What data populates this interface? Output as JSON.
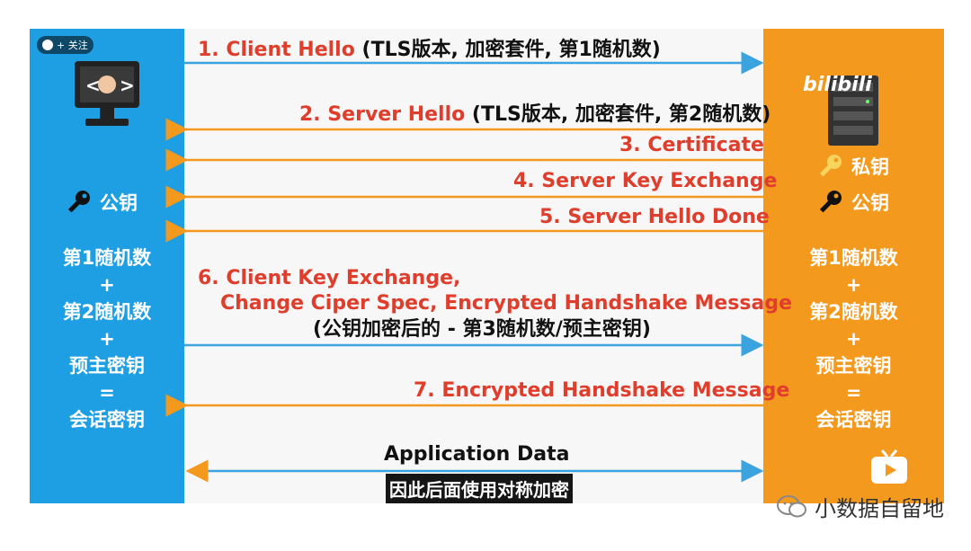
{
  "messages": {
    "m1": {
      "red": "1. Client Hello",
      "black": "(TLS版本, 加密套件, 第1随机数)"
    },
    "m2": {
      "red": "2. Server Hello",
      "black": "(TLS版本, 加密套件, 第2随机数)"
    },
    "m3": "3. Certificate",
    "m4": "4. Server Key Exchange",
    "m5": "5. Server Hello Done",
    "m6_line1": "6. Client Key Exchange,",
    "m6_line2": "Change Ciper Spec,  Encrypted Handshake Message",
    "m6_line3": "(公钥加密后的 - 第3随机数/预主密钥)",
    "m7": "7. Encrypted Handshake Message",
    "app_data": "Application Data"
  },
  "left": {
    "key_label": "公钥",
    "formula": [
      "第1随机数",
      "+",
      "第2随机数",
      "+",
      "预主密钥",
      "=",
      "会话密钥"
    ]
  },
  "right": {
    "private_key_label": "私钥",
    "public_key_label": "公钥",
    "formula": [
      "第1随机数",
      "+",
      "第2随机数",
      "+",
      "预主密钥",
      "=",
      "会话密钥"
    ]
  },
  "overlay": {
    "follow": "+ 关注",
    "bili_logo": "bilibili",
    "subtitle": "因此后面使用对称加密"
  },
  "watermark": "小数据自留地",
  "colors": {
    "left_bg": "#1f9fe3",
    "right_bg": "#f39a1e",
    "red": "#e03e2d",
    "arrow_blue": "#3aa3e0",
    "arrow_orange": "#f39a1e"
  }
}
